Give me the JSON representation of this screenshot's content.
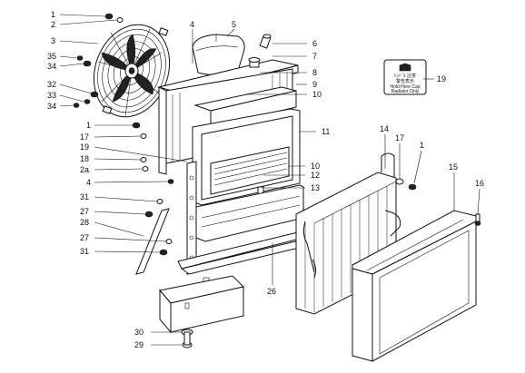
{
  "diagram": {
    "callouts": {
      "c1_top": "1",
      "c2": "2",
      "c3": "3",
      "c35": "35",
      "c34_a": "34",
      "c32": "32",
      "c33": "33",
      "c34_b": "34",
      "c1_mid": "1",
      "c17_left": "17",
      "c19_left": "19",
      "c18": "18",
      "c2a": "2a",
      "c4_left": "4",
      "c31_a": "31",
      "c27_a": "27",
      "c28": "28",
      "c27_b": "27",
      "c31_b": "31",
      "c30": "30",
      "c29": "29",
      "c4_top": "4",
      "c5": "5",
      "c6": "6",
      "c7": "7",
      "c8": "8",
      "c9": "9",
      "c10_a": "10",
      "c11": "11",
      "c10_b": "10",
      "c12": "12",
      "c13": "13",
      "c26": "26",
      "c19_right": "19",
      "c14": "14",
      "c17_right": "17",
      "c1_right": "1",
      "c15": "15",
      "c16": "16"
    },
    "decal": {
      "line1": "ﾊﾝﾄﾞﾙ 注意",
      "line2": "警告表示",
      "line3": "Hold Here Cap",
      "line4": "Radiator Only"
    }
  }
}
